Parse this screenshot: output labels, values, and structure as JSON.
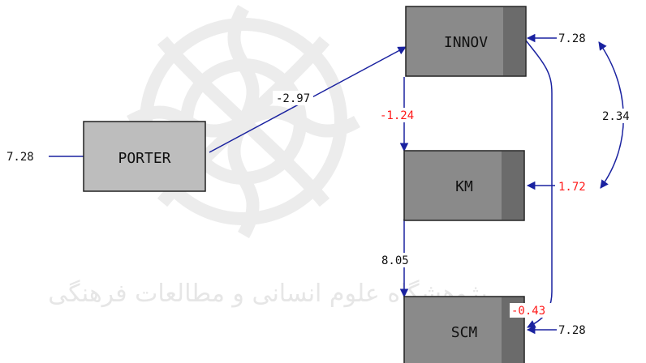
{
  "colors": {
    "path_line": "#1a22a0",
    "negative_value": "#ff1a1a",
    "positive_value": "#111111",
    "latent_box_fill": "#8a8a8a",
    "latent_box_shadow": "#6a6a6a",
    "observed_box_fill": "#bdbdbd",
    "watermark": "#e9e9e9"
  },
  "watermark": {
    "text": "پژوهشگاه علوم انسانی و مطالعات فرهنگی"
  },
  "nodes": {
    "porter": {
      "label": "PORTER"
    },
    "innov": {
      "label": "INNOV"
    },
    "km": {
      "label": "KM"
    },
    "scm": {
      "label": "SCM"
    }
  },
  "values": {
    "porter_error": "7.28",
    "porter_to_innov": "-2.97",
    "innov_km": "-1.24",
    "km_scm": "8.05",
    "innov_error": "7.28",
    "km_error": "1.72",
    "scm_error": "7.28",
    "innov_scm": "-0.43",
    "innov_km_cov": "2.34"
  }
}
